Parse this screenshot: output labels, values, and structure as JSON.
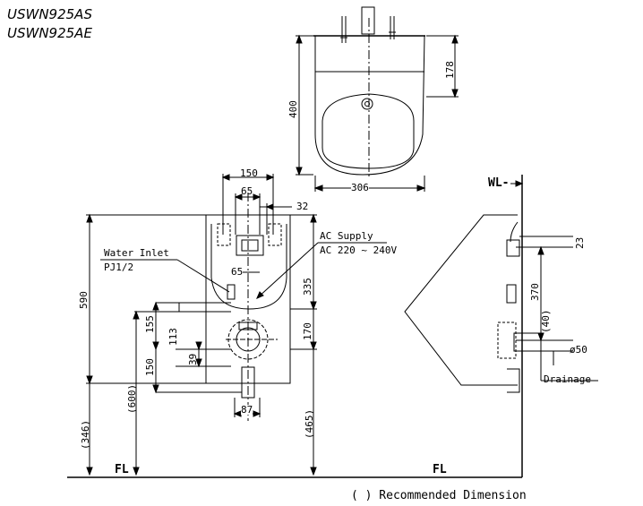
{
  "models": [
    "USWN925AS",
    "USWN925AE"
  ],
  "top_view": {
    "height_400": "400",
    "height_178": "178",
    "width_306": "306"
  },
  "front_view": {
    "w150": "150",
    "w65": "65",
    "w32": "32",
    "water_inlet_label": "Water Inlet",
    "water_inlet_spec": "PJ1/2",
    "ac_supply_label": "AC Supply",
    "ac_supply_spec": "AC 220 ~ 240V",
    "d65": "65",
    "d590": "590",
    "d335": "335",
    "d155": "155",
    "d113": "113",
    "d39": "39",
    "d150": "150",
    "d170": "170",
    "d600": "(600)",
    "d465": "(465)",
    "d346": "(346)",
    "d87": "87",
    "fl_left": "FL",
    "fl_right": "FL"
  },
  "side_view": {
    "wl_label": "WL-",
    "d23": "23",
    "d370": "370",
    "d40": "(40)",
    "d50": "ø50",
    "drainage_label": "Drainage"
  },
  "note": "( ) Recommended Dimension"
}
